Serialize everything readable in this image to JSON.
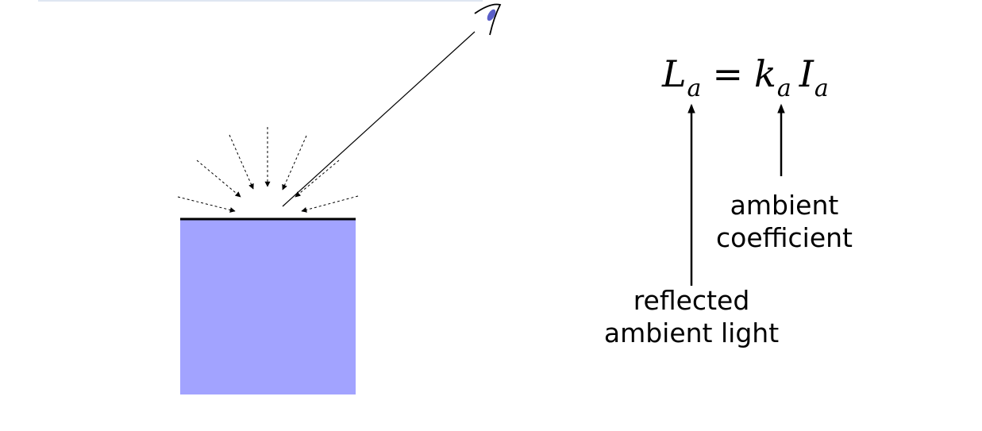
{
  "equation": {
    "lhs": "L",
    "lhs_sub": "a",
    "operator": "=",
    "coef": "k",
    "coef_sub": "a",
    "intensity": "I",
    "intensity_sub": "a"
  },
  "labels": {
    "ambient_coefficient": [
      "ambient",
      "coefficient"
    ],
    "reflected_ambient_light": [
      "reflected",
      "ambient light"
    ]
  },
  "colors": {
    "block_fill": "#a2a3ff",
    "eye_pupil": "#5a5fc8",
    "ink": "#000000"
  },
  "icons": {
    "viewer": "eye-icon"
  }
}
